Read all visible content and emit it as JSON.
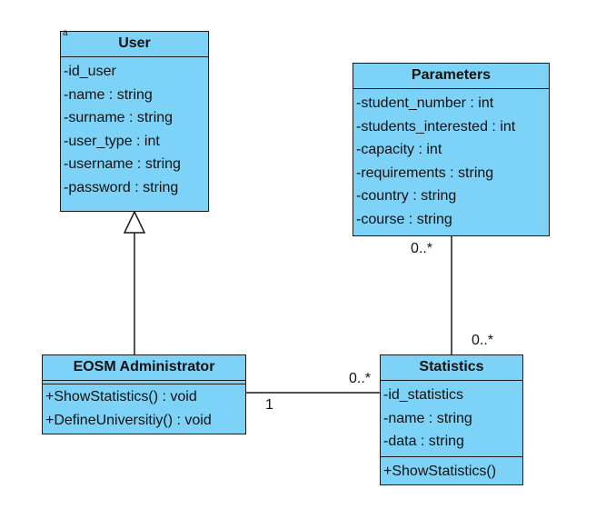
{
  "classes": {
    "user": {
      "stereotype": "a",
      "name": "User",
      "attributes": [
        "-id_user",
        "-name : string",
        "-surname : string",
        "-user_type : int",
        "-username : string",
        "-password : string"
      ]
    },
    "parameters": {
      "name": "Parameters",
      "attributes": [
        "-student_number : int",
        "-students_interested : int",
        "-capacity : int",
        "-requirements : string",
        "-country : string",
        "-course : string"
      ]
    },
    "admin": {
      "name": "EOSM Administrator",
      "operations": [
        "+ShowStatistics() : void",
        "+DefineUniversitiy() : void"
      ]
    },
    "statistics": {
      "name": "Statistics",
      "attributes": [
        "-id_statistics",
        "-name : string",
        "-data : string"
      ],
      "operations": [
        "+ShowStatistics()"
      ]
    }
  },
  "associations": {
    "admin_statistics": {
      "admin_end": "1",
      "statistics_end": "0..*"
    },
    "parameters_statistics": {
      "parameters_end": "0..*",
      "statistics_end": "0..*"
    }
  },
  "colors": {
    "class_fill": "#7dd3f7",
    "stroke": "#1a1a1a"
  }
}
